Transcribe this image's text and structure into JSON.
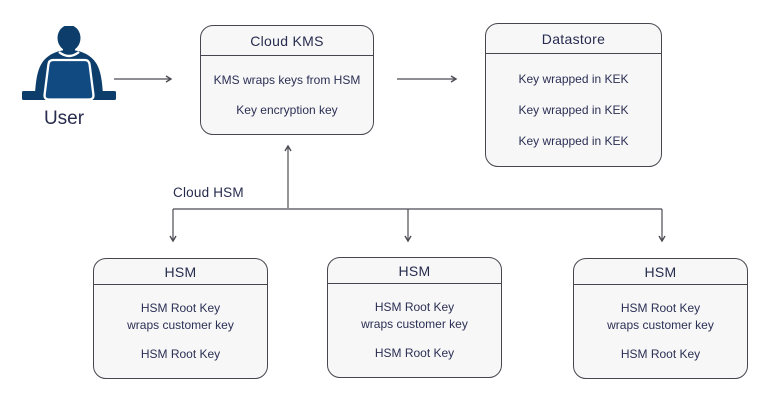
{
  "diagram": {
    "user": {
      "label": "User"
    },
    "cloud_kms": {
      "title": "Cloud KMS",
      "body": [
        "KMS wraps keys from HSM",
        "Key encryption key"
      ]
    },
    "datastore": {
      "title": "Datastore",
      "body": [
        "Key wrapped in KEK",
        "Key wrapped in KEK",
        "Key wrapped in KEK"
      ]
    },
    "cloud_hsm": {
      "label": "Cloud HSM"
    },
    "hsm_nodes": [
      {
        "title": "HSM",
        "body": [
          "HSM Root Key\nwraps customer key",
          "HSM Root Key"
        ]
      },
      {
        "title": "HSM",
        "body": [
          "HSM Root Key\nwraps customer key",
          "HSM Root Key"
        ]
      },
      {
        "title": "HSM",
        "body": [
          "HSM Root Key\nwraps customer key",
          "HSM Root Key"
        ]
      }
    ]
  },
  "colors": {
    "background": "#ffffff",
    "node_fill": "#f7f7f8",
    "node_border": "#46464f",
    "text": "#272c4e",
    "connector": "#4b4b54",
    "icon_primary": "#114a80",
    "icon_dark": "#0d3e6b"
  }
}
